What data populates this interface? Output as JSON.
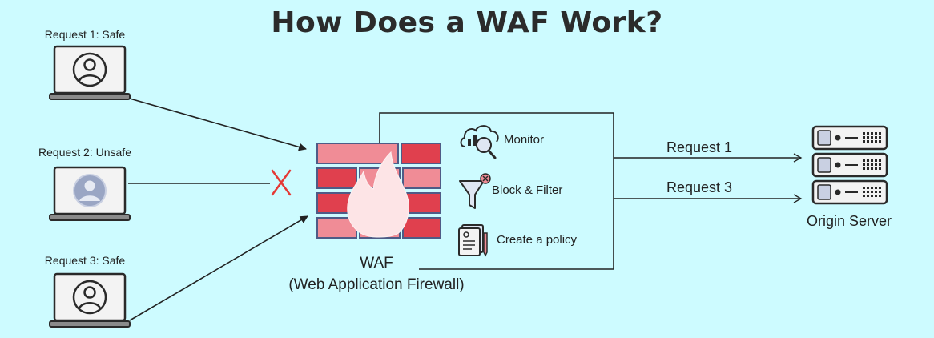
{
  "title": "How Does a WAF Work?",
  "clients": [
    {
      "label": "Request 1: Safe",
      "icon": "user-icon",
      "status": "safe"
    },
    {
      "label": "Request 2: Unsafe",
      "icon": "user-icon",
      "status": "unsafe"
    },
    {
      "label": "Request 3: Safe",
      "icon": "user-icon",
      "status": "safe"
    }
  ],
  "waf": {
    "name": "WAF",
    "full_name": "(Web Application Firewall)",
    "functions": [
      {
        "label": "Monitor",
        "icon": "monitor-analytics-icon"
      },
      {
        "label": "Block & Filter",
        "icon": "filter-funnel-icon"
      },
      {
        "label": "Create a policy",
        "icon": "policy-document-icon"
      }
    ]
  },
  "forwarded": [
    "Request 1",
    "Request 3"
  ],
  "server": {
    "label": "Origin Server",
    "icon": "server-rack-icon"
  },
  "colors": {
    "background": "#cdfbff",
    "brick_dark": "#e0404e",
    "brick_light": "#f08c96",
    "brick_border": "#4f5b86",
    "blocked_mark": "#e53935",
    "line": "#222222"
  }
}
